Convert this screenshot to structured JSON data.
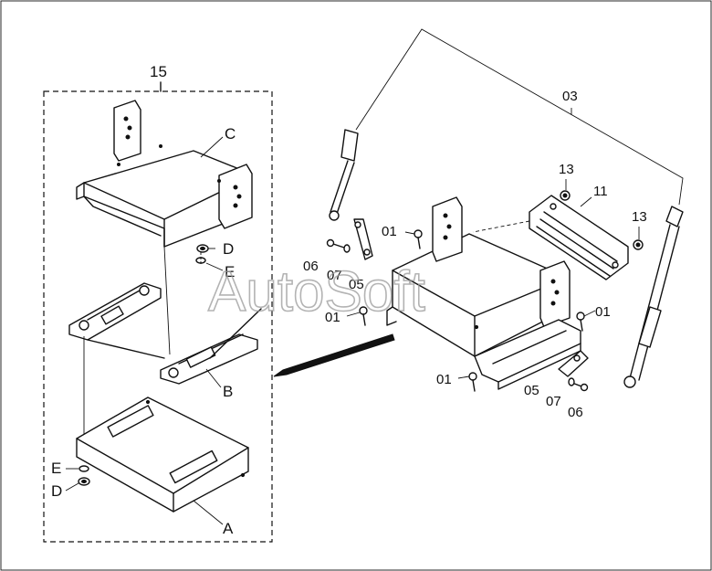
{
  "watermark": "AutoSoft",
  "labels": {
    "assembly_15": "15",
    "part_c": "C",
    "part_d_top": "D",
    "part_e_top": "E",
    "part_b": "B",
    "part_e_bottom": "E",
    "part_d_bottom": "D",
    "part_a": "A",
    "part_03": "03",
    "part_13_left": "13",
    "part_11": "11",
    "part_13_right": "13",
    "part_01_top": "01",
    "part_06_left": "06",
    "part_07_left": "07",
    "part_05_left": "05",
    "part_01_mid": "01",
    "part_01_right": "01",
    "part_01_bottom": "01",
    "part_05_right": "05",
    "part_07_right": "07",
    "part_06_right": "06"
  }
}
